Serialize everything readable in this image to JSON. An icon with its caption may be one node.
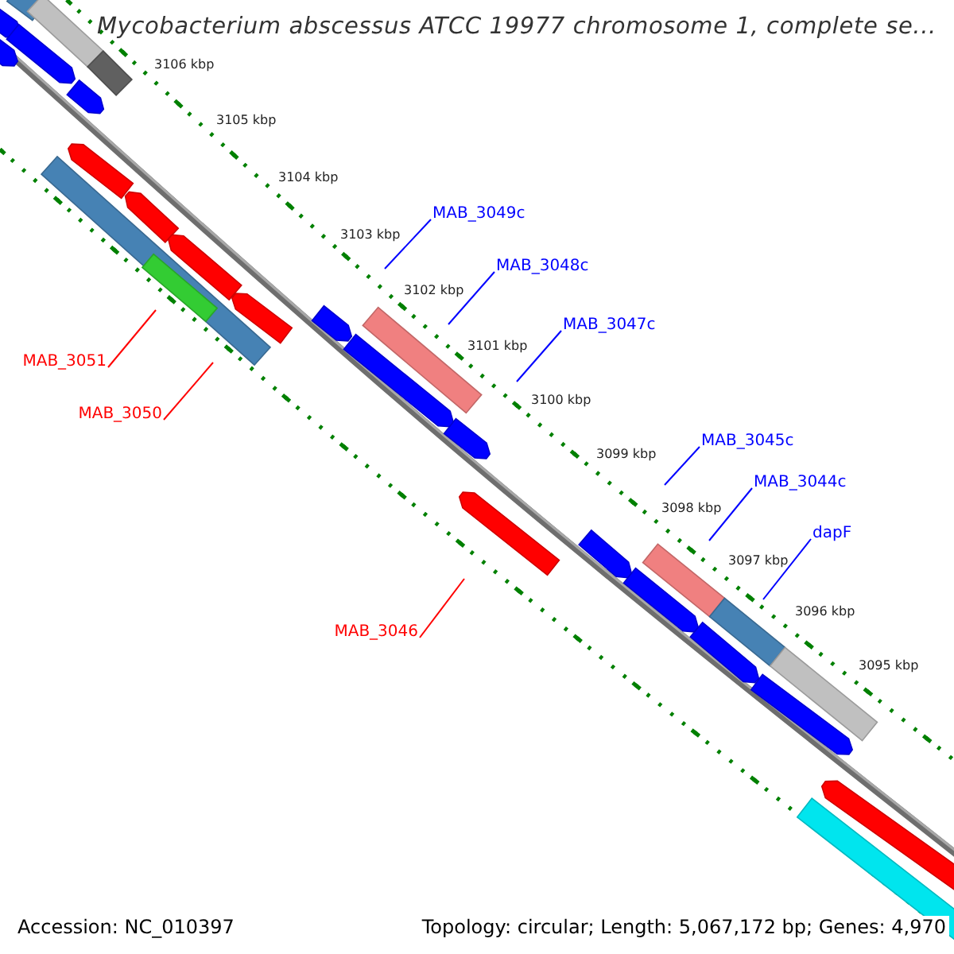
{
  "diagram": {
    "title": "Mycobacterium abscessus ATCC 19977 chromosome 1, complete se...",
    "nodes": [
      {
        "text": [
          "MAB_3049c"
        ]
      },
      {
        "text": [
          "MAB_3048c"
        ]
      },
      {
        "text": [
          "MAB_3047c"
        ]
      },
      {
        "text": [
          "MAB_3051"
        ]
      },
      {
        "text": [
          "MAB_3050"
        ]
      },
      {
        "text": [
          "MAB_3045c"
        ]
      },
      {
        "text": [
          "MAB_3044c"
        ]
      },
      {
        "text": [
          "dapF"
        ]
      },
      {
        "text": [
          "MAB_3046"
        ]
      }
    ],
    "edges": [
      {
        "from": 0,
        "to": null,
        "arrow": "none"
      },
      {
        "from": 1,
        "to": null,
        "arrow": "none"
      },
      {
        "from": 2,
        "to": null,
        "arrow": "none"
      },
      {
        "from": 3,
        "to": null,
        "arrow": "none",
        "color": "#ff0000"
      },
      {
        "from": 4,
        "to": null,
        "arrow": "none",
        "color": "#ff0000"
      },
      {
        "from": 5,
        "to": null,
        "arrow": "none"
      },
      {
        "from": 6,
        "to": null,
        "arrow": "none"
      },
      {
        "from": 7,
        "to": null,
        "arrow": "none"
      },
      {
        "from": 8,
        "to": null,
        "arrow": "none",
        "color": "#ff0000"
      }
    ],
    "labels": [
      "3106 kbp",
      "3105 kbp",
      "3104 kbp",
      "3103 kbp",
      "3102 kbp",
      "3101 kbp",
      "3100 kbp",
      "3099 kbp",
      "3098 kbp",
      "3097 kbp",
      "3096 kbp",
      "3095 kbp",
      "Accession: NC_010397",
      "Topology: circular; Length: 5,067,172 bp; Genes: 4,970"
    ]
  }
}
